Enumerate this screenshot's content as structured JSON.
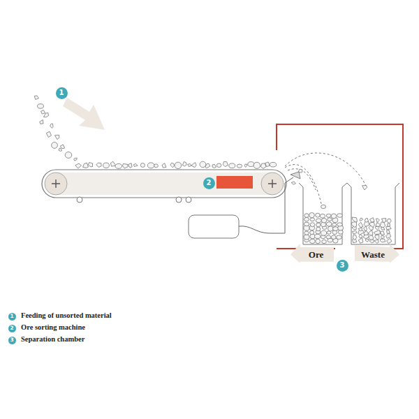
{
  "diagram": {
    "nodes": [
      {
        "text": [
          "1"
        ]
      },
      {
        "text": [
          "2"
        ]
      },
      {
        "text": [
          "Ore"
        ]
      },
      {
        "text": [
          "Waste"
        ]
      },
      {
        "text": [
          "3"
        ]
      },
      {
        "text": [
          "1"
        ]
      },
      {
        "text": [
          "2"
        ]
      },
      {
        "text": [
          "3"
        ]
      }
    ],
    "legend": [
      {
        "text": "Feeding of unsorted material"
      },
      {
        "text": "Ore sorting machine"
      },
      {
        "text": "Separation chamber"
      }
    ]
  }
}
